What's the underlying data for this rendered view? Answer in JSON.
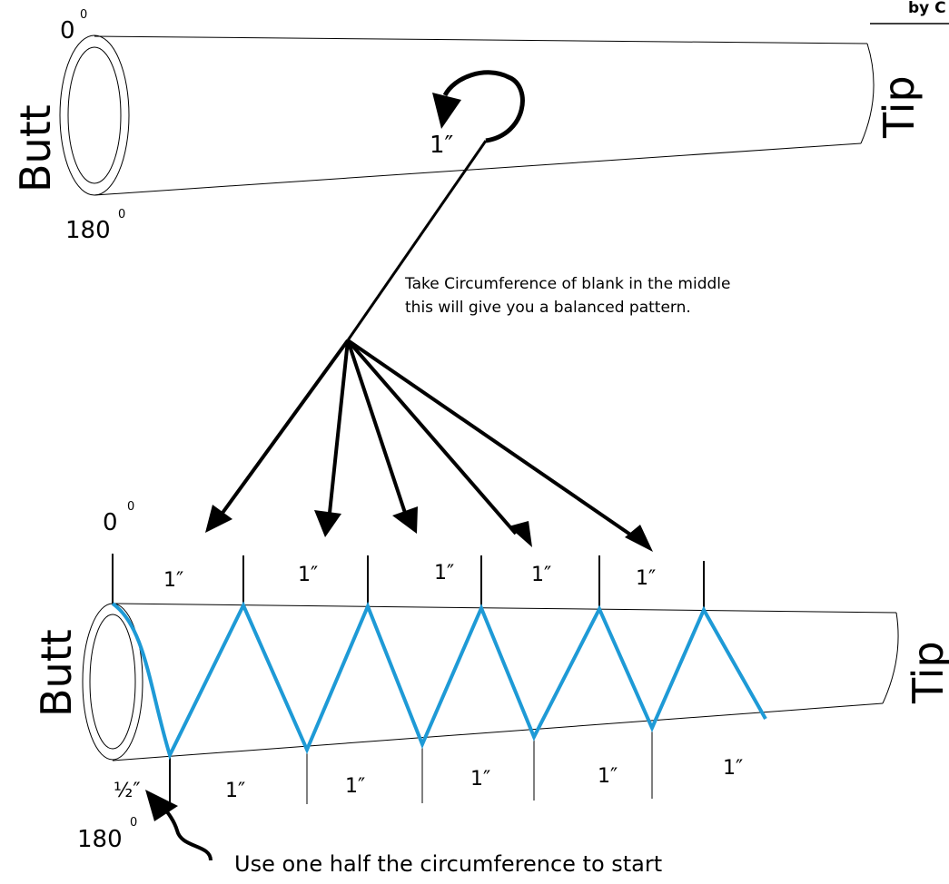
{
  "corner_text": "by C",
  "top_blank": {
    "butt_label": "Butt",
    "tip_label": "Tip",
    "deg_top": "0",
    "deg_top_sup": "0",
    "deg_bottom": "180",
    "deg_bottom_sup": "0",
    "loop_measure": "1″"
  },
  "note": {
    "line1": "Take Circumference of blank in the middle",
    "line2": "this will give you a balanced pattern."
  },
  "bottom_blank": {
    "butt_label": "Butt",
    "tip_label": "Tip",
    "deg_top": "0",
    "deg_top_sup": "0",
    "deg_bottom": "180",
    "deg_bottom_sup": "0",
    "top_measures": [
      "1″",
      "1″",
      "1″",
      "1″",
      "1″"
    ],
    "bottom_measures": [
      "1″",
      "1″",
      "1″",
      "1″",
      "1″"
    ],
    "half_label": "½″",
    "start_note": "Use one half the circumference to start"
  },
  "colors": {
    "wrap_line": "#1e9ad6",
    "ink": "#000000"
  }
}
